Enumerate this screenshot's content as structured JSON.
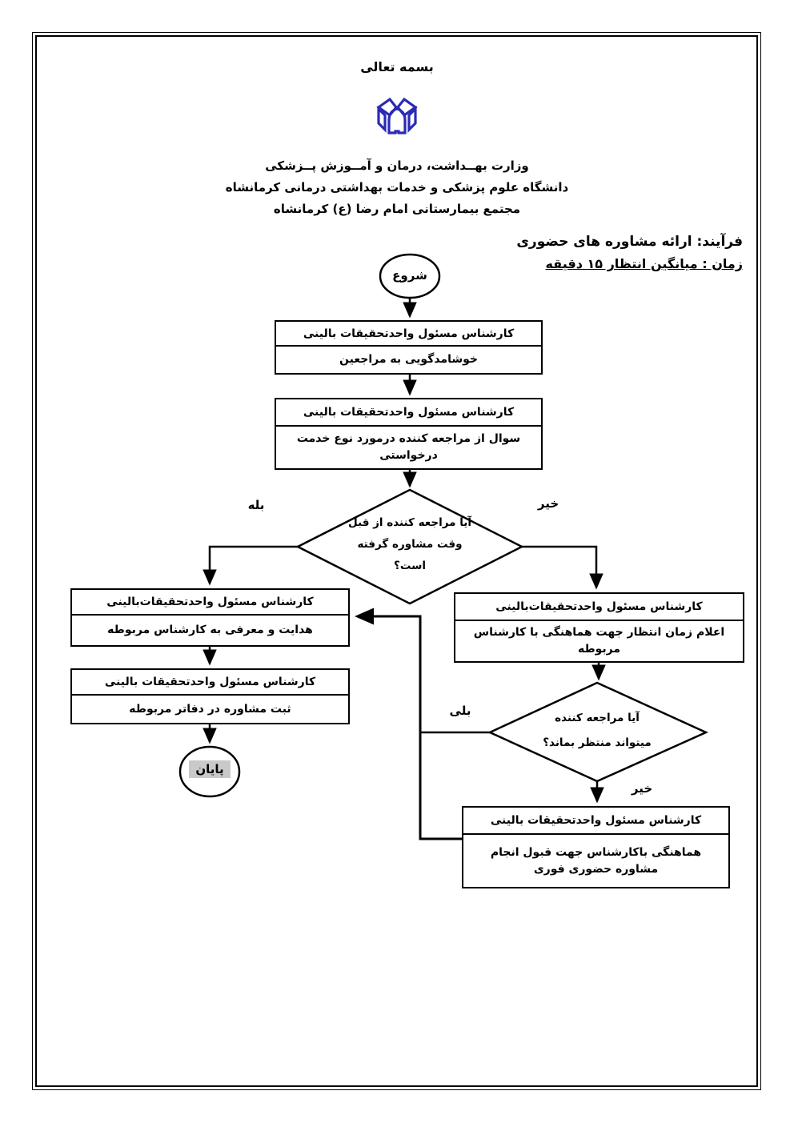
{
  "page": {
    "bismillah": "بسمه تعالی",
    "org_lines": [
      "وزارت بهــداشت، درمان و آمــوزش پــزشکی",
      "دانشگاه علوم پزشکی و خدمات بهداشتی درمانی کرمانشاه",
      "مجتمع بیمارستانی امام رضا (ع) کرمانشاه"
    ],
    "process_title": "فرآیند: ارائه مشاوره های حضوری",
    "process_time": "زمان : میانگین انتظار ۱۵ دقیقه"
  },
  "flowchart": {
    "start_label": "شروع",
    "end_label": "پایان",
    "boxes": {
      "welcome": {
        "header": "کارشناس  مسئول واحدتحقیقات بالینی",
        "body": "خوشامدگویی به مراجعین"
      },
      "ask_service": {
        "header": "کارشناس  مسئول واحدتحقیقات بالینی",
        "body": "سوال از مراجعه کننده درمورد نوع خدمت درخواستی"
      },
      "guide": {
        "header": "کارشناس مسئول واحدتحقیقات‌بالینی",
        "body": "هدایت و معرفی به کارشناس مربوطه"
      },
      "register": {
        "header": "کارشناس  مسئول واحدتحقیقات بالینی",
        "body": "ثبت مشاوره در دفاتر مربوطه"
      },
      "announce_wait": {
        "header": "کارشناس مسئول واحدتحقیقات‌بالینی",
        "body": "اعلام زمان انتظار جهت هماهنگی با کارشناس مربوطه"
      },
      "coordinate": {
        "header": "کارشناس مسئول واحدتحقیقات بالینی",
        "body": "هماهنگی باکارشناس جهت قبول انجام مشاوره حضوری فوری"
      }
    },
    "decisions": {
      "has_appointment": [
        "آیا مراجعه کننده از قبل",
        "وقت مشاوره گرفته",
        "است؟"
      ],
      "can_wait": [
        "آیا مراجعه کننده",
        "میتواند منتظر بماند؟"
      ]
    },
    "edge_labels": {
      "yes1": "بله",
      "no1": "خیر",
      "yes2": "بلی",
      "no2": "خیر"
    }
  },
  "colors": {
    "logo_blue": "#2a2ab5",
    "end_node_bg": "#c9c9c9",
    "line_black": "#000000"
  }
}
